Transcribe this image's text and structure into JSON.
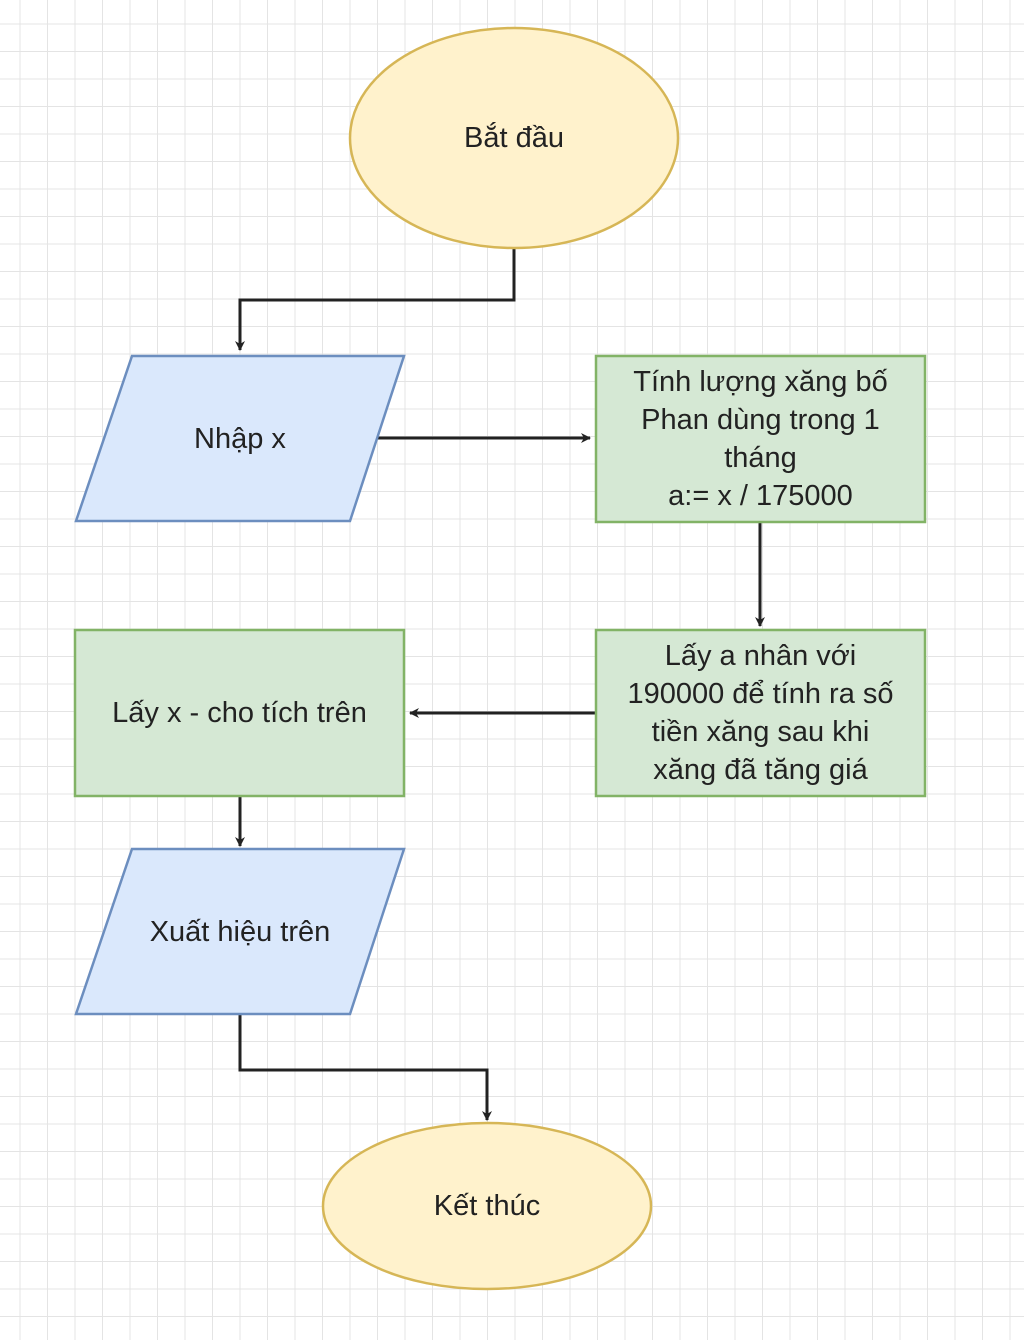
{
  "diagram": {
    "nodes": {
      "start": {
        "text": "Bắt đầu"
      },
      "input": {
        "text": "Nhập x"
      },
      "compute": {
        "text": "Tính lượng xăng bố\nPhan dùng trong 1\ntháng\na:= x / 175000"
      },
      "multiply": {
        "text": "Lấy a nhân với\n190000 để tính ra số\ntiền xăng sau khi\nxăng đã tăng giá"
      },
      "subtract": {
        "text": "Lấy x - cho tích trên"
      },
      "output": {
        "text": "Xuất hiệu trên"
      },
      "end": {
        "text": "Kết thúc"
      }
    },
    "colors": {
      "terminal_fill": "#fff2cc",
      "terminal_stroke": "#d6b656",
      "io_fill": "#dae8fc",
      "io_stroke": "#6c8ebf",
      "process_fill": "#d5e8d4",
      "process_stroke": "#82b366",
      "edge": "#222222"
    }
  }
}
